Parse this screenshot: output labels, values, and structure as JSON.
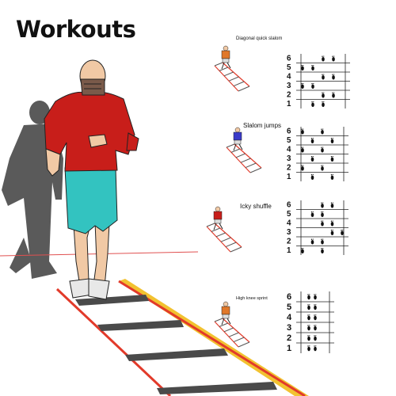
{
  "title": "Workouts",
  "drills": [
    {
      "label": "Diagonal quick slalom",
      "rows": [
        "6",
        "5",
        "4",
        "3",
        "2",
        "1"
      ],
      "feet": [
        [
          5,
          2
        ],
        [
          5,
          3
        ],
        [
          4,
          0
        ],
        [
          4,
          1
        ],
        [
          3,
          2
        ],
        [
          3,
          3
        ],
        [
          2,
          0
        ],
        [
          2,
          1
        ],
        [
          1,
          2
        ],
        [
          1,
          3
        ],
        [
          0,
          1
        ],
        [
          0,
          2
        ]
      ]
    },
    {
      "label": "Slalom jumps",
      "rows": [
        "6",
        "5",
        "4",
        "3",
        "2",
        "1"
      ],
      "feet": [
        [
          5,
          0
        ],
        [
          5,
          2
        ],
        [
          4,
          1
        ],
        [
          4,
          3
        ],
        [
          3,
          0
        ],
        [
          3,
          2
        ],
        [
          2,
          1
        ],
        [
          2,
          3
        ],
        [
          1,
          0
        ],
        [
          1,
          2
        ],
        [
          0,
          1
        ],
        [
          0,
          3
        ]
      ]
    },
    {
      "label": "Icky shuffle",
      "rows": [
        "6",
        "5",
        "4",
        "3",
        "2",
        "1"
      ],
      "feet": [
        [
          5,
          2
        ],
        [
          5,
          3
        ],
        [
          4,
          1
        ],
        [
          4,
          2
        ],
        [
          3,
          2
        ],
        [
          3,
          3
        ],
        [
          2,
          3
        ],
        [
          2,
          4
        ],
        [
          1,
          1
        ],
        [
          1,
          2
        ],
        [
          0,
          0
        ],
        [
          0,
          2
        ]
      ]
    },
    {
      "label": "High knee sprint",
      "rows": [
        "6",
        "5",
        "4",
        "3",
        "2",
        "1"
      ],
      "feet": [
        [
          5,
          1
        ],
        [
          5,
          2
        ],
        [
          4,
          1
        ],
        [
          4,
          2
        ],
        [
          3,
          1
        ],
        [
          3,
          2
        ],
        [
          2,
          1
        ],
        [
          2,
          2
        ],
        [
          1,
          1
        ],
        [
          1,
          2
        ],
        [
          0,
          1
        ],
        [
          0,
          2
        ]
      ]
    }
  ],
  "colors": {
    "shirt": "#c81e1a",
    "shorts": "#33c3c0",
    "skin": "#f1c9a5",
    "shadow": "#5a5a5a",
    "ladder_rail": "#e23a2a",
    "ladder_rung": "#4a4a4a",
    "ladder_yellow": "#f2c230"
  }
}
